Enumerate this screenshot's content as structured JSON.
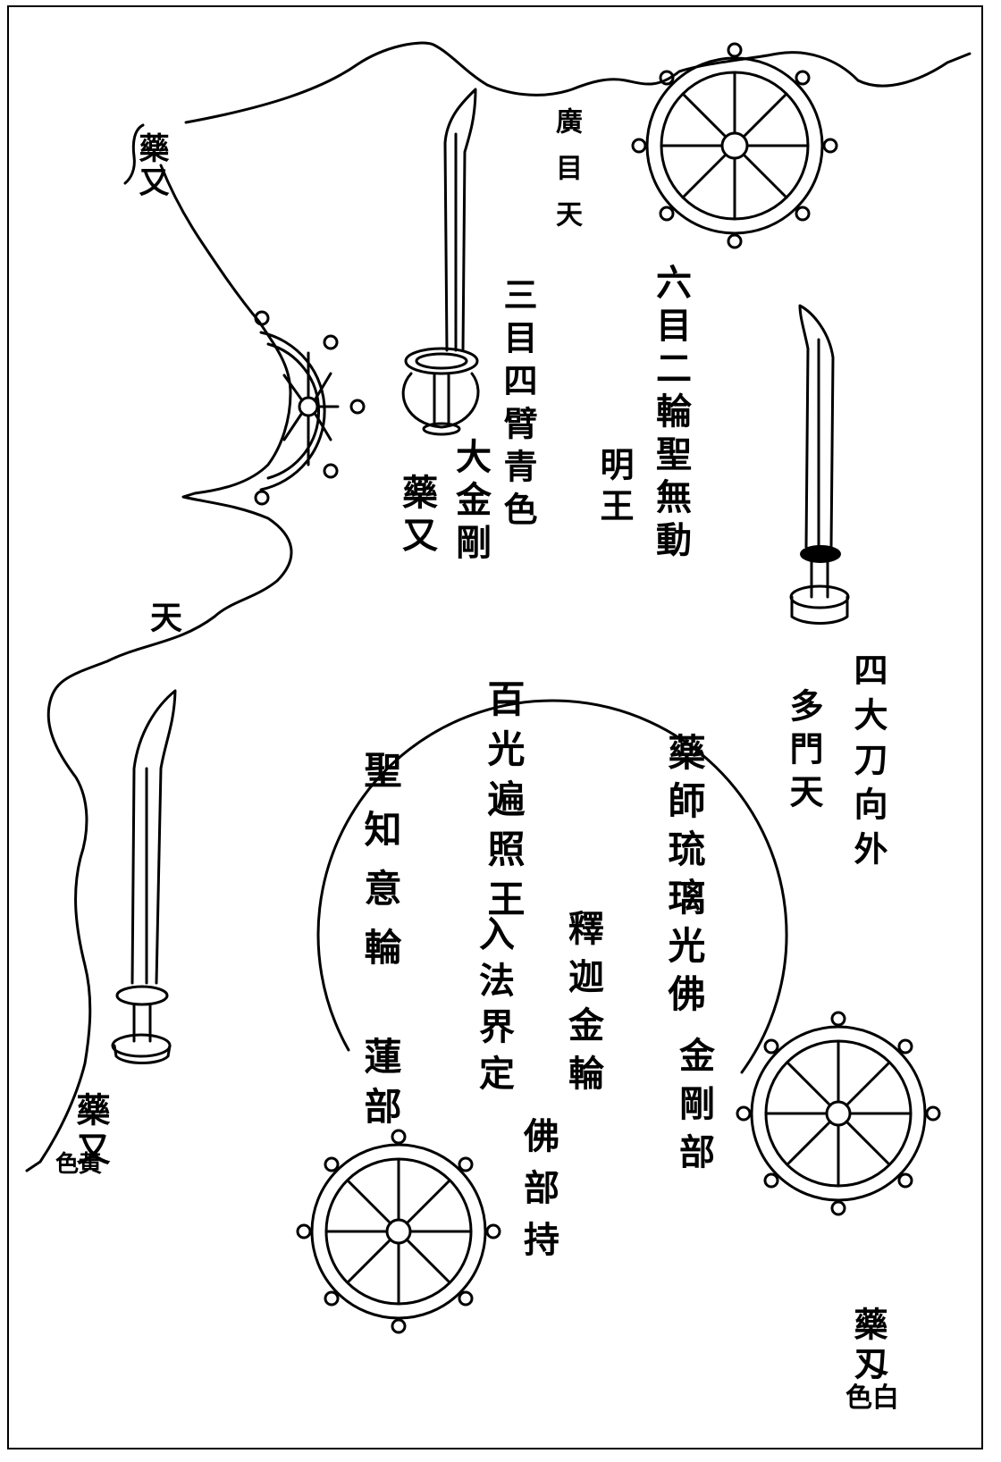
{
  "labels": {
    "top_left_yaksha": "藥又",
    "guangmu_tian": "廣目天",
    "six_eyes_ming_wang_1": "六目二輪聖無動",
    "six_eyes_ming_wang_2": "明王",
    "three_eyes_1": "三目四臂青色",
    "three_eyes_2": "大金剛",
    "three_eyes_3": "藥又",
    "tian_left": "天",
    "four_swords": "四大刀向外",
    "duowen_tian": "多門天",
    "baiguang": "百光遍照王",
    "ru_fajie": "入法界定",
    "shengzhi": "聖知意輪",
    "lianbu": "蓮部",
    "yaoshi": "藥師琉璃光佛",
    "jingangbu": "金剛部",
    "shijia": "釋迦金輪",
    "fobu": "佛部持",
    "bottom_left_yaksha": "藥又",
    "bottom_left_color": "色黃",
    "bottom_right_yaksha": "藥刄",
    "bottom_right_color": "色白"
  }
}
